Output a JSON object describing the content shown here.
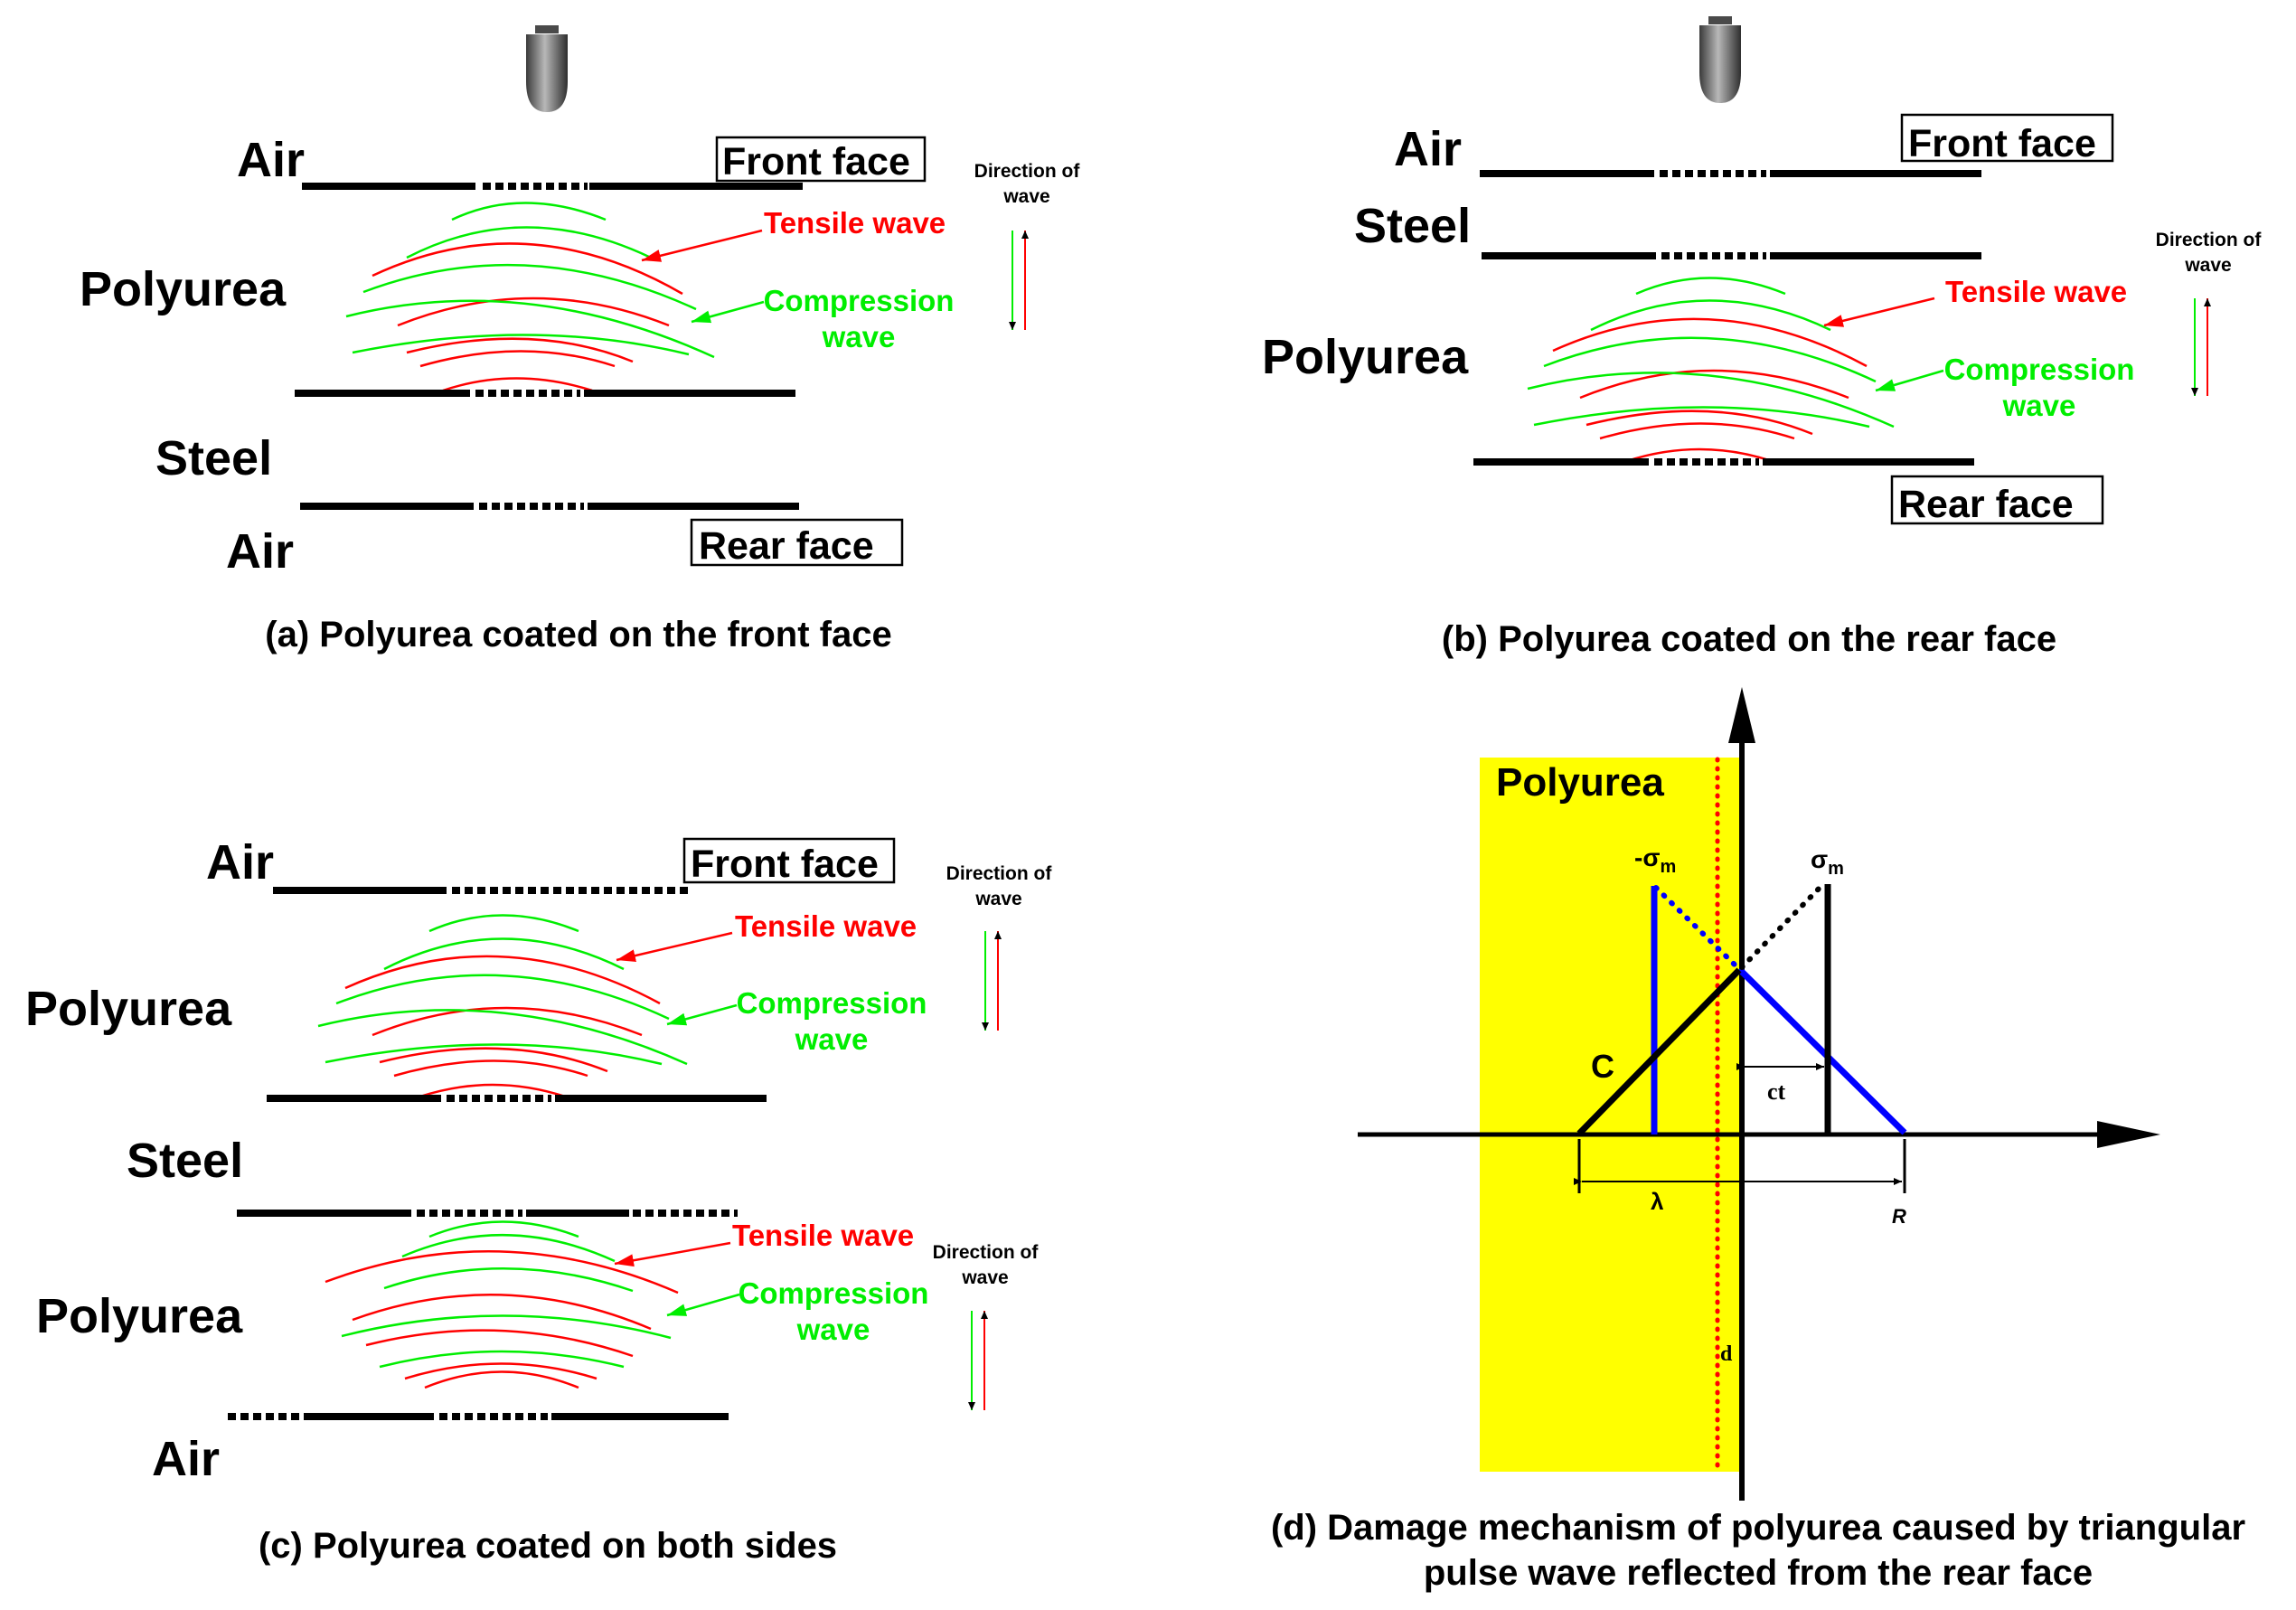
{
  "colors": {
    "tensile": "#ff0000",
    "compression": "#00ee00",
    "polyurea_fill": "#ffff00",
    "interface_dots": "#ff0000",
    "reflected": "#0000ff",
    "ink": "#000000"
  },
  "icons": [
    "projectile-icon"
  ],
  "panel_a": {
    "air_top": "Air",
    "front_face": "Front face",
    "polyurea": "Polyurea",
    "steel": "Steel",
    "air_bottom": "Air",
    "rear_face": "Rear face",
    "tensile": "Tensile wave",
    "compression_1": "Compression",
    "compression_2": "wave",
    "direction_1": "Direction of",
    "direction_2": "wave",
    "caption": "(a) Polyurea coated on the front face"
  },
  "panel_b": {
    "air": "Air",
    "front_face": "Front face",
    "steel": "Steel",
    "polyurea": "Polyurea",
    "rear_face": "Rear face",
    "tensile": "Tensile wave",
    "compression_1": "Compression",
    "compression_2": "wave",
    "direction_1": "Direction of",
    "direction_2": "wave",
    "caption": "(b) Polyurea coated on the rear face"
  },
  "panel_c": {
    "air_top": "Air",
    "front_face": "Front face",
    "polyurea_top": "Polyurea",
    "steel": "Steel",
    "polyurea_bottom": "Polyurea",
    "air_bottom": "Air",
    "tensile_top": "Tensile wave",
    "compression_top_1": "Compression",
    "compression_top_2": "wave",
    "tensile_bottom": "Tensile wave",
    "compression_bottom_1": "Compression",
    "compression_bottom_2": "wave",
    "direction_top_1": "Direction of",
    "direction_top_2": "wave",
    "direction_bottom_1": "Direction of",
    "direction_bottom_2": "wave",
    "caption": "(c) Polyurea coated on both sides"
  },
  "panel_d": {
    "polyurea": "Polyurea",
    "neg_sigma": "-σ",
    "sigma": "σ",
    "sub_m": "m",
    "c": "C",
    "ct": "ct",
    "lambda": "λ",
    "r": "R",
    "d": "d",
    "caption_1": "(d) Damage mechanism of polyurea caused by triangular",
    "caption_2": "pulse wave reflected from the rear face"
  }
}
